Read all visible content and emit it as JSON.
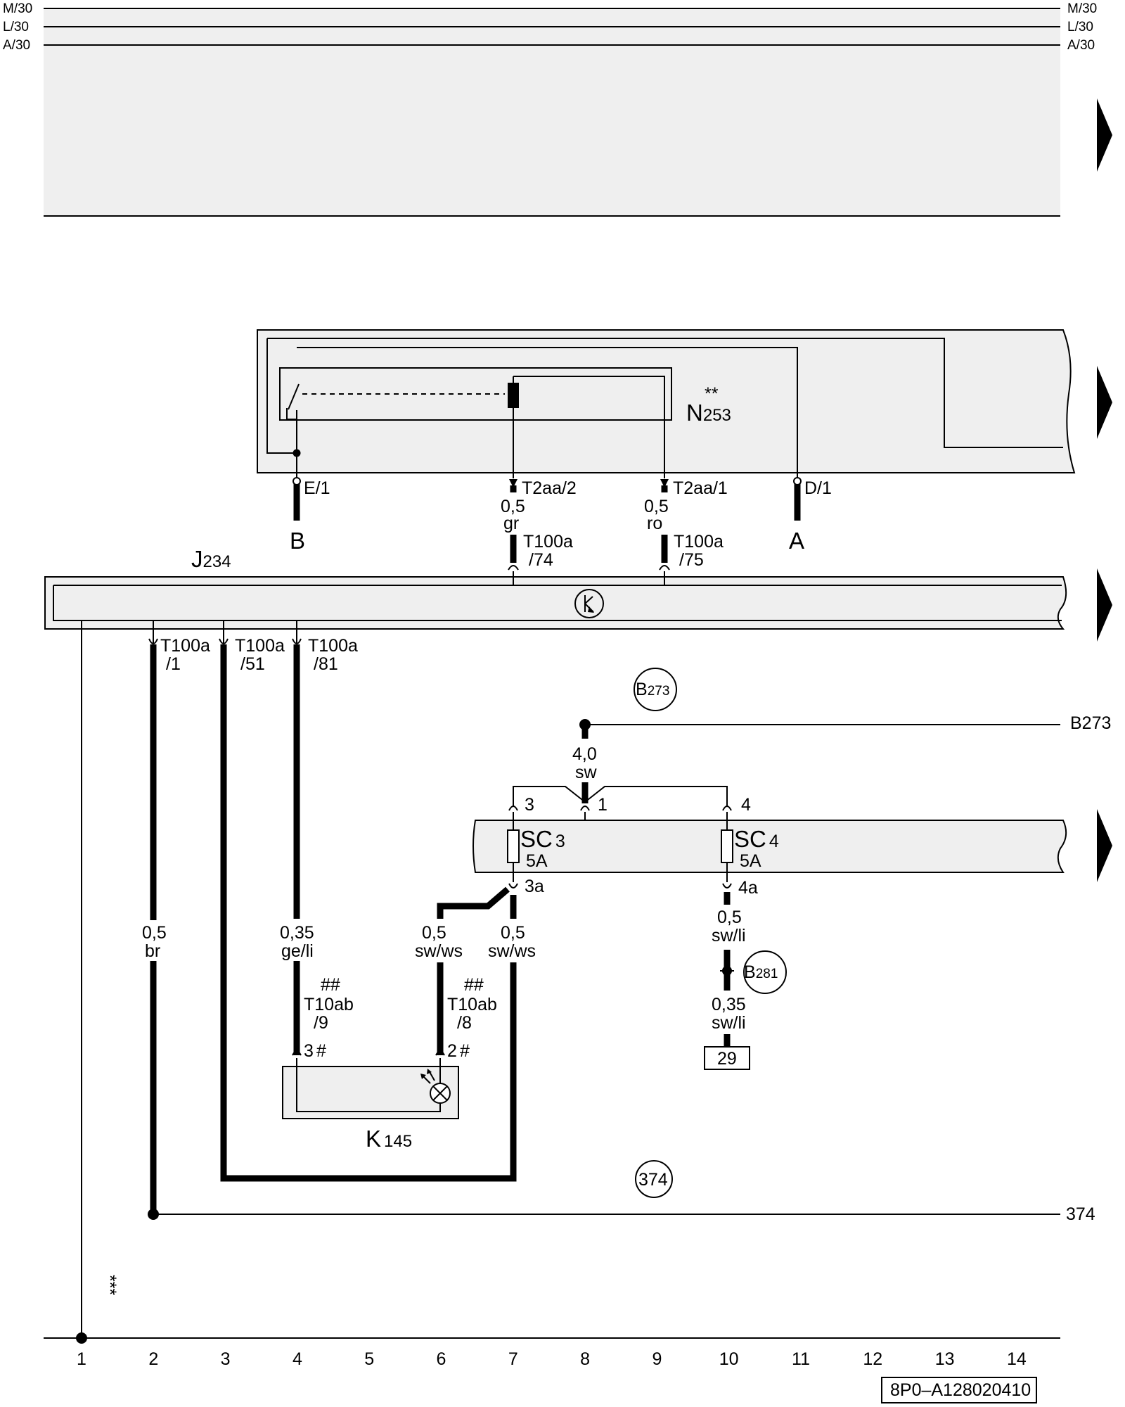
{
  "rails": {
    "left": [
      "M/30",
      "L/30",
      "A/30"
    ],
    "right": [
      "M/30",
      "L/30",
      "A/30"
    ]
  },
  "components": {
    "n253": {
      "stars": "**",
      "letter": "N",
      "number": "253"
    },
    "j234": {
      "letter": "J",
      "number": "234"
    },
    "k145": {
      "letter": "K",
      "number": "145"
    },
    "sc3": {
      "letter": "SC",
      "number": "3",
      "rating": "5A"
    },
    "sc4": {
      "letter": "SC",
      "number": "4",
      "rating": "5A"
    }
  },
  "pins": {
    "e1": "E/1",
    "d1": "D/1",
    "t2aa2": "T2aa/2",
    "t2aa1": "T2aa/1",
    "t100a74_a": "T100a",
    "t100a74_b": "/74",
    "t100a75_a": "T100a",
    "t100a75_b": "/75",
    "t100a1_a": "T100a",
    "t100a1_b": "/1",
    "t100a51_a": "T100a",
    "t100a51_b": "/51",
    "t100a81_a": "T100a",
    "t100a81_b": "/81",
    "fuse_3": "3",
    "fuse_1": "1",
    "fuse_4": "4",
    "fuse_3a": "3a",
    "fuse_4a": "4a",
    "k_pin3": "3",
    "k_pin2": "2",
    "hash": "#",
    "t10ab9_hash": "##",
    "t10ab9_a": "T10ab",
    "t10ab9_b": "/9",
    "t10ab8_hash": "##",
    "t10ab8_a": "T10ab",
    "t10ab8_b": "/8",
    "terminal_29": "29"
  },
  "connectors": {
    "b": "B",
    "a": "A"
  },
  "wires": {
    "gr_size": "0,5",
    "gr_color": "gr",
    "ro_size": "0,5",
    "ro_color": "ro",
    "sw_size": "4,0",
    "sw_color": "sw",
    "br_size": "0,5",
    "br_color": "br",
    "geli_size": "0,35",
    "geli_color": "ge/li",
    "swws1_size": "0,5",
    "swws1_color": "sw/ws",
    "swws2_size": "0,5",
    "swws2_color": "sw/ws",
    "swli1_size": "0,5",
    "swli1_color": "sw/li",
    "swli2_size": "0,35",
    "swli2_color": "sw/li"
  },
  "refs": {
    "b273_circle_letter": "B",
    "b273_circle_number": "273",
    "b273_line": "B273",
    "b281_letter": "B",
    "b281_number": "281",
    "c374_circle": "374",
    "c374_line": "374"
  },
  "stars_note": "***",
  "tracks": [
    "1",
    "2",
    "3",
    "4",
    "5",
    "6",
    "7",
    "8",
    "9",
    "10",
    "11",
    "12",
    "13",
    "14"
  ],
  "doc_code": "8P0–A128020410"
}
